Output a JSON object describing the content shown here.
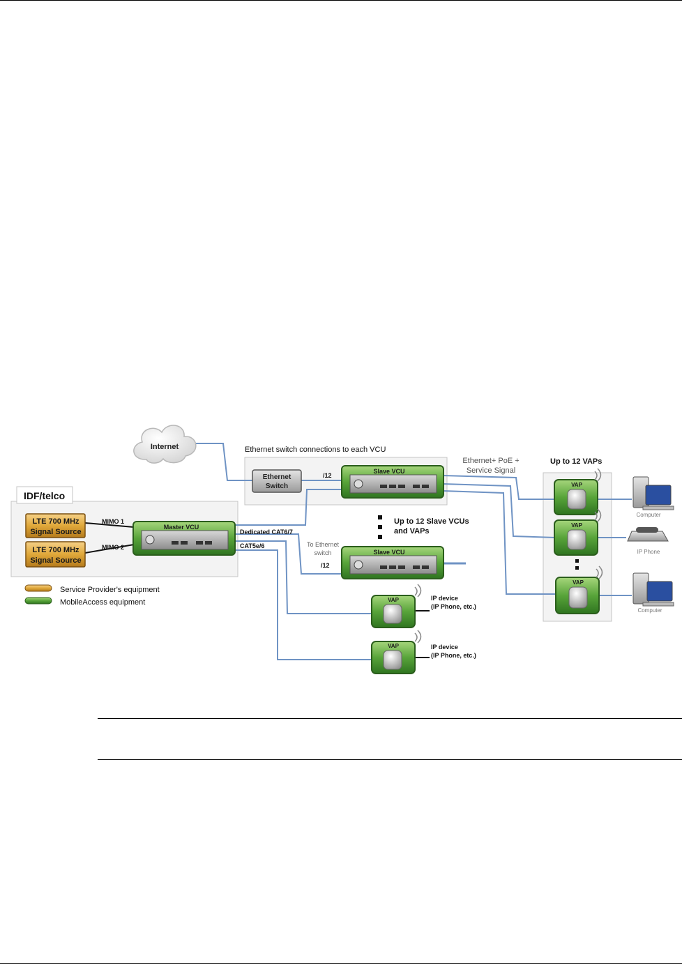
{
  "cloud": {
    "label": "Internet"
  },
  "switch_group": {
    "title": "Ethernet switch connections to each VCU"
  },
  "ethernet_switch": {
    "line1": "Ethernet",
    "line2": "Switch"
  },
  "idf_group": {
    "title": "IDF/telco"
  },
  "signal_sources": [
    {
      "line1": "LTE 700 MHz",
      "line2": "Signal Source",
      "link": "MIMO 1"
    },
    {
      "line1": "LTE 700 MHz",
      "line2": "Signal Source",
      "link": "MIMO 2"
    }
  ],
  "master_vcu": {
    "label": "Master VCU"
  },
  "slave_vcus": [
    {
      "label": "Slave VCU",
      "port": "/12"
    },
    {
      "label": "Slave VCU",
      "port": "/12"
    }
  ],
  "cable_labels": {
    "dedicated": "Dedicated CAT6/7",
    "cat5e": "CAT5e/6",
    "to_switch_1": "To Ethernet",
    "to_switch_2": "switch",
    "poe_1": "Ethernet+ PoE +",
    "poe_2": "Service Signal"
  },
  "slave_note": {
    "line1": "Up to 12 Slave VCUs",
    "line2": "and VAPs"
  },
  "vap_group": {
    "title": "Up to 12 VAPs"
  },
  "vap_label": "VAP",
  "end_devices": [
    {
      "label": "Computer"
    },
    {
      "label": "IP Phone"
    },
    {
      "label": "Computer"
    }
  ],
  "ip_devices": [
    {
      "line1": "IP device",
      "line2": "(IP Phone, etc.)"
    },
    {
      "line1": "IP device",
      "line2": "(IP Phone, etc.)"
    }
  ],
  "legend": [
    {
      "label": "Service Provider's equipment",
      "color": "#e0a83a"
    },
    {
      "label": "MobileAccess equipment",
      "color": "#58a43a"
    }
  ],
  "colors": {
    "cable": "#6f93c4",
    "green_device": "#58a43a",
    "orange_source": "#e0a83a"
  }
}
